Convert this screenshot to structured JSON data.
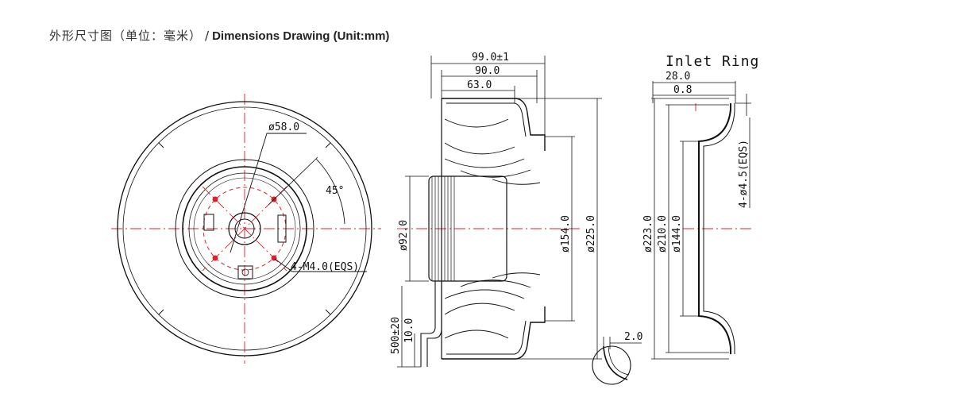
{
  "title": {
    "cn": "外形尺寸图（单位：毫米）",
    "sep": "/",
    "en": "Dimensions Drawing (Unit:mm)"
  },
  "front": {
    "d_center": "ø58.0",
    "angle": "45°",
    "holes": "4-M4.0(EQS)"
  },
  "side": {
    "len_total": "99.0±1",
    "len_mid": "90.0",
    "len_inner": "63.0",
    "d_motor": "ø92.0",
    "d_inlet": "ø154.0",
    "d_outer": "ø225.0",
    "cable": "500±20",
    "strip": "10.0"
  },
  "ring": {
    "heading": "Inlet Ring",
    "w": "28.0",
    "t": "0.8",
    "d1": "ø223.0",
    "d2": "ø210.0",
    "d3": "ø144.0",
    "holes": "4-ø4.5(EQS)",
    "detail": "2.0"
  },
  "colors": {
    "line": "#111111",
    "center": "#d9232d"
  }
}
